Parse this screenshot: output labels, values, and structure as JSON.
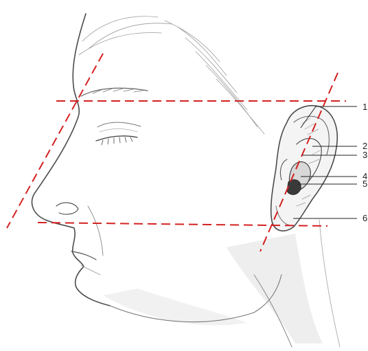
{
  "diagram": {
    "labels": [
      "1",
      "2",
      "3",
      "4",
      "5",
      "6"
    ],
    "colors": {
      "guide_line": "#d42020",
      "sketch": "#555555",
      "shade": "#8a8a8a",
      "leader": "#222222"
    }
  }
}
